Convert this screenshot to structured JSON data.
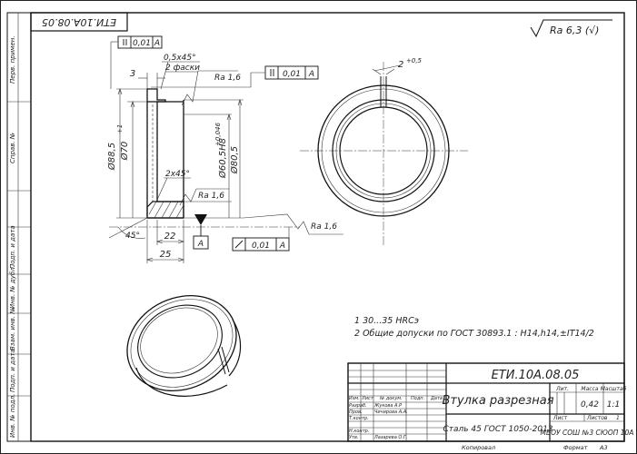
{
  "drawing": {
    "designation": "ЕТИ.10А.08.05",
    "designation_rotated": "ЕТИ.10А.08.05",
    "general_roughness": "Ra 6,3 (√)",
    "notes": [
      "1  30...35 HRCэ",
      "2  Общие допуски по ГОСТ 30893.1 : H14,h14,±IT14/2"
    ],
    "dims": {
      "d1": "Ø88,5",
      "d2": "Ø70",
      "d2_tol": "+1",
      "d3": "Ø60,5H8",
      "d3_tol": "+0,046",
      "d4": "Ø80,5",
      "len_22": "22",
      "len_25": "25",
      "len_3": "3",
      "chamfer_top": "0,5x45°",
      "chamfers_note": "2 фаски",
      "chamfer_bottom": "2x45°",
      "angle": "45°",
      "slot": "2",
      "slot_tol": "+0,5"
    },
    "roughness": {
      "r1": "Ra 1,6",
      "r2": "Ra 1,6",
      "r3": "Ra 1,6"
    },
    "tolerances": {
      "t1": {
        "value": "0,01",
        "base": "A"
      },
      "t2": {
        "value": "0,01",
        "base": "A"
      },
      "t3": {
        "value": "0,01",
        "base": "A"
      },
      "datum": "A"
    }
  },
  "title_block": {
    "title": "Втулка разрезная",
    "material": "Сталь 45 ГОСТ 1050-2013",
    "organization": "МБОУ СОШ №3 СЮОП 10А",
    "lit_header": "Лит.",
    "mass_header": "Масса",
    "scale_header": "Масштаб",
    "mass": "0,42",
    "scale": "1:1",
    "sheet_label": "Лист",
    "sheets_label": "Листов",
    "sheets_count": "1",
    "footer_copied": "Копировал",
    "footer_format": "Формат",
    "format_value": "A3",
    "col_headers": [
      "Изм.",
      "Лист",
      "№ докум.",
      "Подп.",
      "Дата"
    ],
    "roles": [
      "Разраб.",
      "Пров.",
      "Т.контр.",
      "Н.контр.",
      "Утв."
    ],
    "names": [
      "Жукова А.Р",
      "Чичирова А.А.",
      "",
      "",
      "Лазарева О.Г."
    ]
  },
  "side_strip": [
    "Перв. примен.",
    "Справ. №",
    "Подп. и дата",
    "Инв. № дубл.",
    "Взам. инв. №",
    "Подп. и дата",
    "Инв. № подл."
  ]
}
